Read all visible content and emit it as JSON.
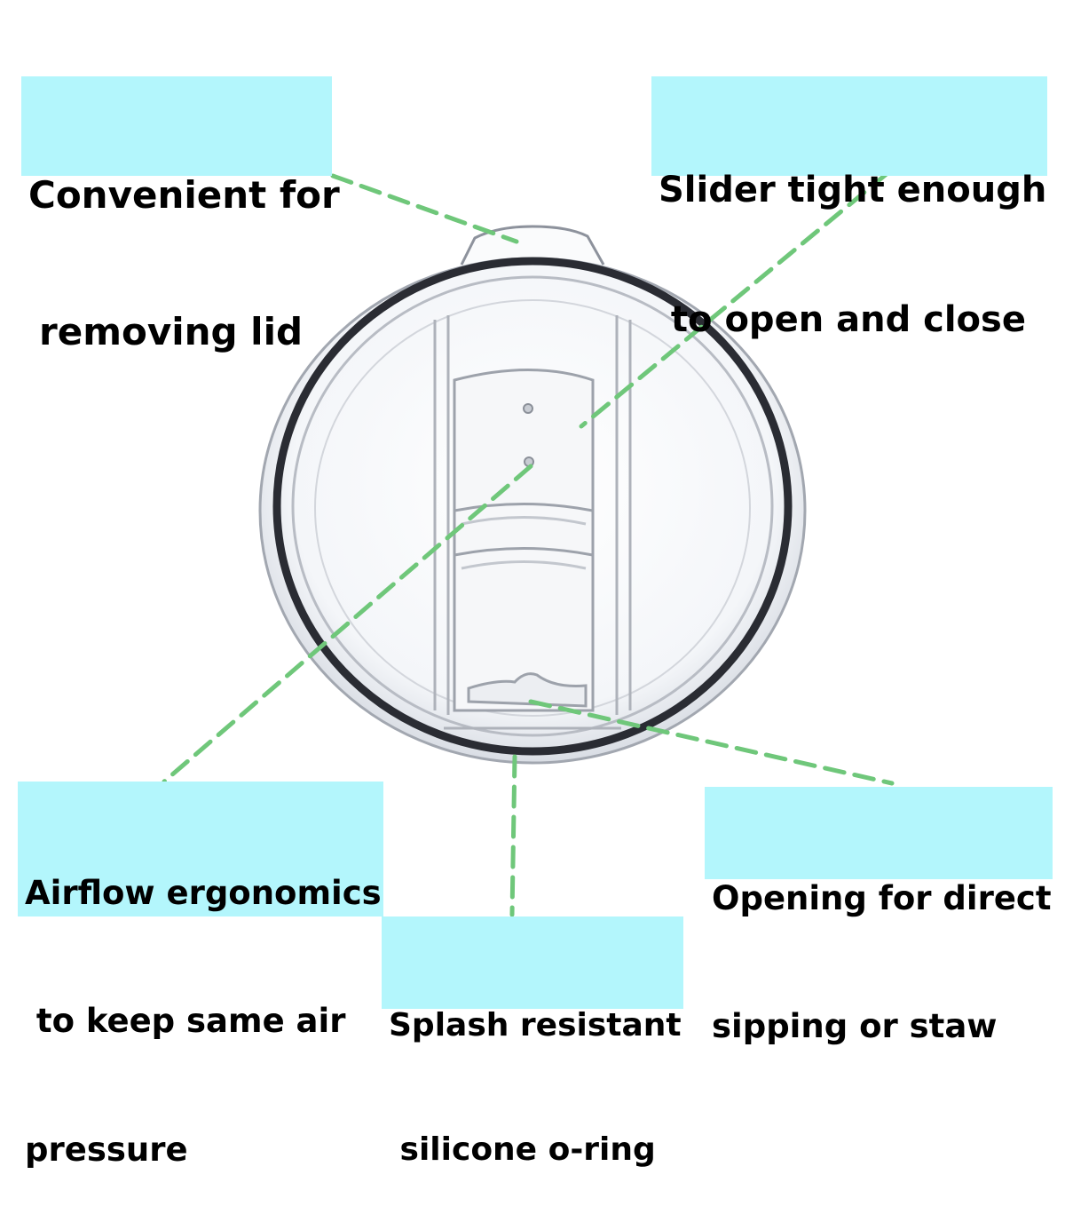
{
  "theme": {
    "label_background": "#b3f6fc",
    "leader_line_color": "#6fc77a",
    "lid_outline_color": "#2a2c33"
  },
  "product": {
    "icon": "tumbler-lid-illustration"
  },
  "callouts": {
    "removing_lid": {
      "line1": "Convenient for",
      "line2": "removing lid"
    },
    "slider": {
      "line1": "Slider tight enough",
      "line2": " to open and close"
    },
    "airflow": {
      "line1": "Airflow ergonomics",
      "line2": " to keep same air",
      "line3": "pressure"
    },
    "opening": {
      "line1": "Opening for direct",
      "line2": "sipping or staw"
    },
    "oring": {
      "line1": "Splash resistant",
      "line2": " silicone o-ring"
    }
  }
}
